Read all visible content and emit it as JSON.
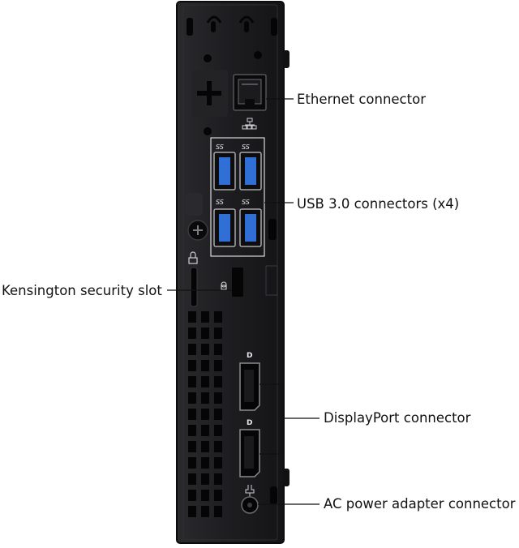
{
  "callouts": {
    "ethernet": "Ethernet connector",
    "usb": "USB 3.0 connectors (x4)",
    "kensington": "Kensington security slot",
    "displayport": "DisplayPort connector",
    "ac_power": "AC power adapter connector"
  },
  "port_marks": {
    "usb_logo": "SS",
    "displayport_logo": "D"
  },
  "colors": {
    "chassis": "#1c1c1e",
    "usb_blue": "#2f6fd6",
    "leader_line": "#111111",
    "background": "#ffffff"
  },
  "icons": [
    "network-icon",
    "usb-ss-icon",
    "lock-icon",
    "displayport-icon",
    "power-plug-icon",
    "screw-icon"
  ]
}
